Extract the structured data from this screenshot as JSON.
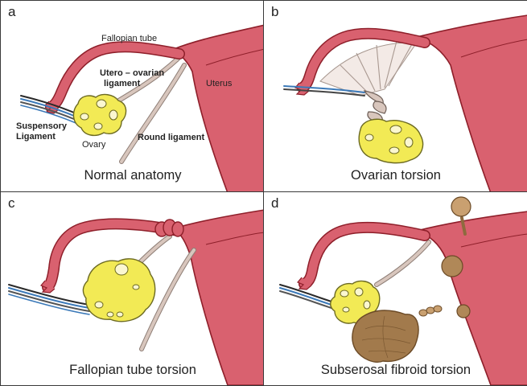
{
  "panels": [
    {
      "letter": "a",
      "caption": "Normal anatomy",
      "labels": {
        "fallopian_tube": "Fallopian tube",
        "utero_ovarian_1": "Utero – ovarian",
        "utero_ovarian_2": "ligament",
        "uterus": "Uterus",
        "suspensory_1": "Suspensory",
        "suspensory_2": "Ligament",
        "ovary": "Ovary",
        "round_ligament": "Round ligament"
      }
    },
    {
      "letter": "b",
      "caption": "Ovarian torsion"
    },
    {
      "letter": "c",
      "caption": "Fallopian tube torsion"
    },
    {
      "letter": "d",
      "caption": "Subserosal fibroid torsion"
    }
  ],
  "colors": {
    "tube": "#d9616f",
    "tube_outline": "#8e1f2a",
    "ovary": "#f2ea55",
    "ovary_outline": "#6c6a22",
    "ligament": "#d8c6bd",
    "fibroid": "#b08858",
    "vessels": "#3b79b8"
  }
}
